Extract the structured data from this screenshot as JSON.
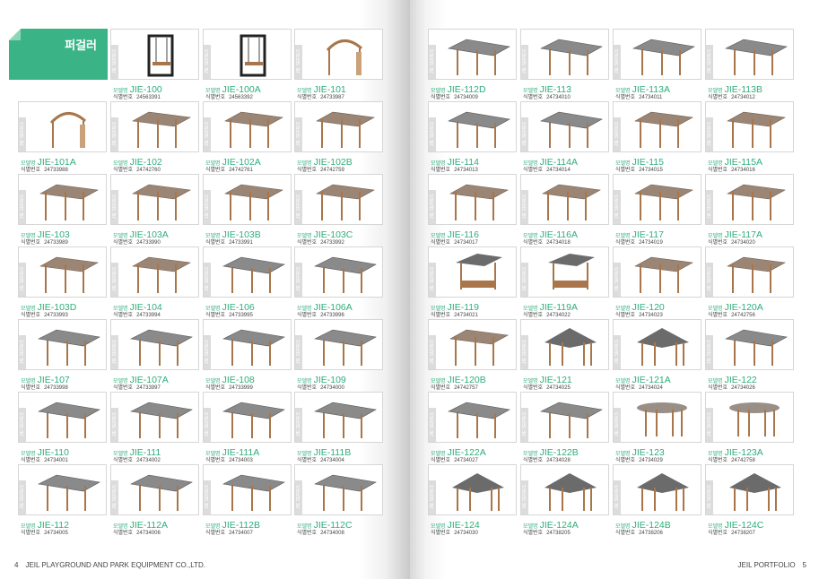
{
  "section_title": "퍼걸러",
  "labels": {
    "model": "모델명",
    "id": "식별번호",
    "series": "JIE SERIES"
  },
  "footer": {
    "left_page": "4",
    "left_text": "JEIL PLAYGROUND AND PARK EQUIPMENT CO.,LTD.",
    "right_text": "JEIL PORTFOLIO",
    "right_page": "5"
  },
  "colors": {
    "accent": "#3ab486",
    "model_text": "#2fae7c",
    "wood": "#a8764a",
    "roof": "#6b6b6b"
  },
  "left_items": [
    {
      "model": "JIE-100",
      "id": "24563391",
      "icon": "swing-icon"
    },
    {
      "model": "JIE-100A",
      "id": "24563392",
      "icon": "swing-icon"
    },
    {
      "model": "JIE-101",
      "id": "24733987",
      "icon": "arch-pergola-icon"
    },
    {
      "model": "JIE-101A",
      "id": "24733988",
      "icon": "arch-pergola-icon"
    },
    {
      "model": "JIE-102",
      "id": "24742760",
      "icon": "pergola-icon"
    },
    {
      "model": "JIE-102A",
      "id": "24742761",
      "icon": "pergola-icon"
    },
    {
      "model": "JIE-102B",
      "id": "24742759",
      "icon": "pergola-icon"
    },
    {
      "model": "JIE-103",
      "id": "24733989",
      "icon": "pergola-icon"
    },
    {
      "model": "JIE-103A",
      "id": "24733990",
      "icon": "pergola-icon"
    },
    {
      "model": "JIE-103B",
      "id": "24733991",
      "icon": "pergola-icon"
    },
    {
      "model": "JIE-103C",
      "id": "24733992",
      "icon": "pergola-icon"
    },
    {
      "model": "JIE-103D",
      "id": "24733993",
      "icon": "pergola-icon"
    },
    {
      "model": "JIE-104",
      "id": "24733994",
      "icon": "pergola-icon"
    },
    {
      "model": "JIE-106",
      "id": "24733995",
      "icon": "canopy-icon"
    },
    {
      "model": "JIE-106A",
      "id": "24733996",
      "icon": "canopy-icon"
    },
    {
      "model": "JIE-107",
      "id": "24733998",
      "icon": "canopy-icon"
    },
    {
      "model": "JIE-107A",
      "id": "24733997",
      "icon": "canopy-icon"
    },
    {
      "model": "JIE-108",
      "id": "24733999",
      "icon": "canopy-icon"
    },
    {
      "model": "JIE-109",
      "id": "24734000",
      "icon": "canopy-icon"
    },
    {
      "model": "JIE-110",
      "id": "24734001",
      "icon": "canopy-icon"
    },
    {
      "model": "JIE-111",
      "id": "24734002",
      "icon": "canopy-icon"
    },
    {
      "model": "JIE-111A",
      "id": "24734003",
      "icon": "canopy-icon"
    },
    {
      "model": "JIE-111B",
      "id": "24734004",
      "icon": "canopy-icon"
    },
    {
      "model": "JIE-112",
      "id": "24734005",
      "icon": "canopy-icon"
    },
    {
      "model": "JIE-112A",
      "id": "24734006",
      "icon": "canopy-icon"
    },
    {
      "model": "JIE-112B",
      "id": "24734007",
      "icon": "canopy-icon"
    },
    {
      "model": "JIE-112C",
      "id": "24734008",
      "icon": "canopy-icon"
    }
  ],
  "right_items": [
    {
      "model": "JIE-112D",
      "id": "24734009",
      "icon": "canopy-icon"
    },
    {
      "model": "JIE-113",
      "id": "24734010",
      "icon": "canopy-icon"
    },
    {
      "model": "JIE-113A",
      "id": "24734011",
      "icon": "canopy-icon"
    },
    {
      "model": "JIE-113B",
      "id": "24734012",
      "icon": "canopy-icon"
    },
    {
      "model": "JIE-114",
      "id": "24734013",
      "icon": "canopy-icon"
    },
    {
      "model": "JIE-114A",
      "id": "24734014",
      "icon": "canopy-icon"
    },
    {
      "model": "JIE-115",
      "id": "24734015",
      "icon": "pergola-icon"
    },
    {
      "model": "JIE-115A",
      "id": "24734016",
      "icon": "pergola-icon"
    },
    {
      "model": "JIE-116",
      "id": "24734017",
      "icon": "pergola-icon"
    },
    {
      "model": "JIE-116A",
      "id": "24734018",
      "icon": "pergola-icon"
    },
    {
      "model": "JIE-117",
      "id": "24734019",
      "icon": "pergola-icon"
    },
    {
      "model": "JIE-117A",
      "id": "24734020",
      "icon": "pergola-icon"
    },
    {
      "model": "JIE-119",
      "id": "24734021",
      "icon": "shelter-icon"
    },
    {
      "model": "JIE-119A",
      "id": "24734022",
      "icon": "shelter-icon"
    },
    {
      "model": "JIE-120",
      "id": "24734023",
      "icon": "pergola-icon"
    },
    {
      "model": "JIE-120A",
      "id": "24742756",
      "icon": "pergola-icon"
    },
    {
      "model": "JIE-120B",
      "id": "24742757",
      "icon": "pergola-icon"
    },
    {
      "model": "JIE-121",
      "id": "24734025",
      "icon": "gazebo-icon"
    },
    {
      "model": "JIE-121A",
      "id": "24734024",
      "icon": "gazebo-icon"
    },
    {
      "model": "JIE-122",
      "id": "24734026",
      "icon": "canopy-icon"
    },
    {
      "model": "JIE-122A",
      "id": "24734027",
      "icon": "canopy-icon"
    },
    {
      "model": "JIE-122B",
      "id": "24734028",
      "icon": "canopy-icon"
    },
    {
      "model": "JIE-123",
      "id": "24734029",
      "icon": "round-canopy-icon"
    },
    {
      "model": "JIE-123A",
      "id": "24742758",
      "icon": "round-canopy-icon"
    },
    {
      "model": "JIE-124",
      "id": "24734030",
      "icon": "gazebo-icon"
    },
    {
      "model": "JIE-124A",
      "id": "24738205",
      "icon": "gazebo-icon"
    },
    {
      "model": "JIE-124B",
      "id": "24738206",
      "icon": "gazebo-icon"
    },
    {
      "model": "JIE-124C",
      "id": "24738207",
      "icon": "gazebo-icon"
    }
  ]
}
